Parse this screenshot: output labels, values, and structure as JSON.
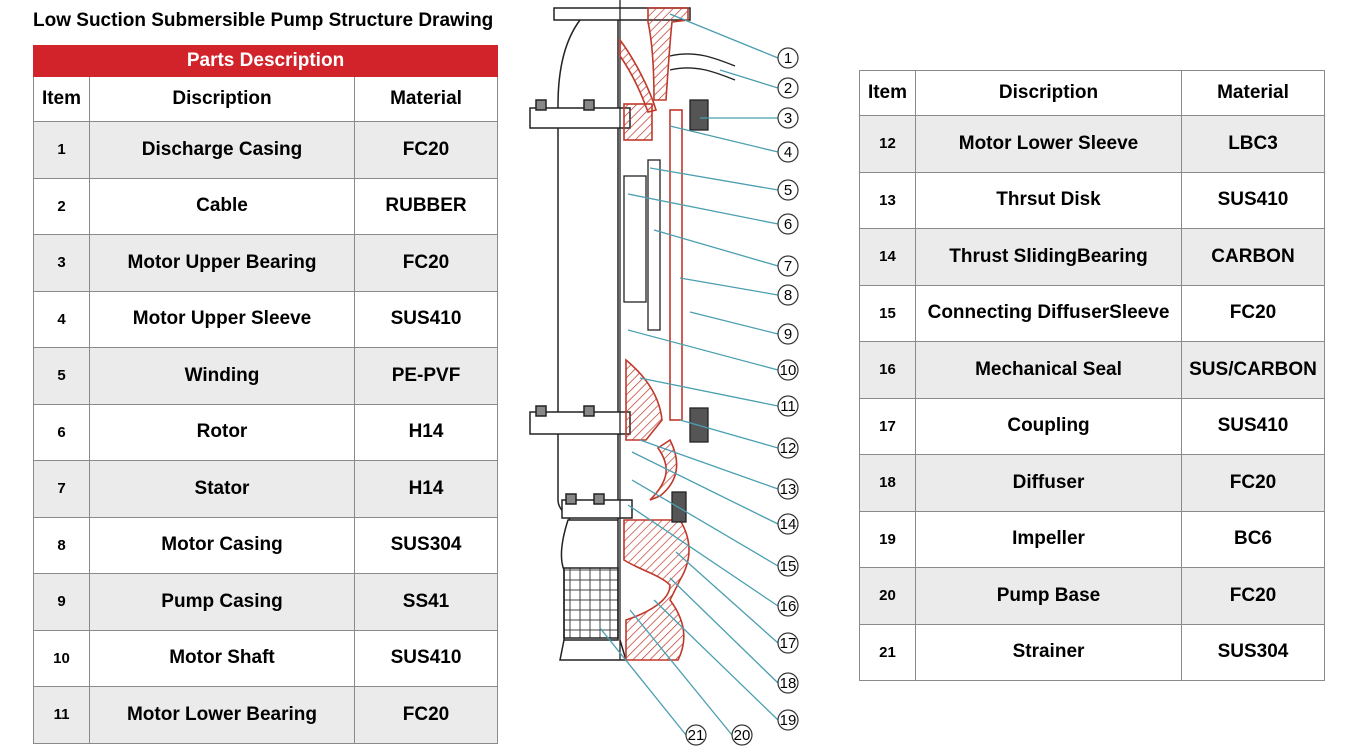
{
  "title": "Low Suction Submersible Pump Structure Drawing",
  "left_table": {
    "band": "Parts Description",
    "headers": {
      "item": "Item",
      "desc": "Discription",
      "mat": "Material"
    },
    "rows": [
      {
        "item": "1",
        "desc": "Discharge Casing",
        "mat": "FC20"
      },
      {
        "item": "2",
        "desc": "Cable",
        "mat": "RUBBER"
      },
      {
        "item": "3",
        "desc": "Motor Upper Bearing",
        "mat": "FC20"
      },
      {
        "item": "4",
        "desc": "Motor Upper Sleeve",
        "mat": "SUS410"
      },
      {
        "item": "5",
        "desc": "Winding",
        "mat": "PE-PVF"
      },
      {
        "item": "6",
        "desc": "Rotor",
        "mat": "H14"
      },
      {
        "item": "7",
        "desc": "Stator",
        "mat": "H14"
      },
      {
        "item": "8",
        "desc": "Motor Casing",
        "mat": "SUS304"
      },
      {
        "item": "9",
        "desc": "Pump Casing",
        "mat": "SS41"
      },
      {
        "item": "10",
        "desc": "Motor Shaft",
        "mat": "SUS410"
      },
      {
        "item": "11",
        "desc": "Motor Lower Bearing",
        "mat": "FC20"
      }
    ]
  },
  "right_table": {
    "headers": {
      "item": "Item",
      "desc": "Discription",
      "mat": "Material"
    },
    "rows": [
      {
        "item": "12",
        "desc": "Motor Lower Sleeve",
        "mat": "LBC3"
      },
      {
        "item": "13",
        "desc": "Thrsut Disk",
        "mat": "SUS410"
      },
      {
        "item": "14",
        "desc": "Thrust SlidingBearing",
        "mat": "CARBON"
      },
      {
        "item": "15",
        "desc": "Connecting DiffuserSleeve",
        "mat": "FC20"
      },
      {
        "item": "16",
        "desc": "Mechanical Seal",
        "mat": "SUS/CARBON"
      },
      {
        "item": "17",
        "desc": "Coupling",
        "mat": "SUS410"
      },
      {
        "item": "18",
        "desc": "Diffuser",
        "mat": "FC20"
      },
      {
        "item": "19",
        "desc": "Impeller",
        "mat": "BC6"
      },
      {
        "item": "20",
        "desc": "Pump Base",
        "mat": "FC20"
      },
      {
        "item": "21",
        "desc": "Strainer",
        "mat": "SUS304"
      }
    ]
  },
  "drawing": {
    "callouts": [
      "1",
      "2",
      "3",
      "4",
      "5",
      "6",
      "7",
      "8",
      "9",
      "10",
      "11",
      "12",
      "13",
      "14",
      "15",
      "16",
      "17",
      "18",
      "19",
      "20",
      "21"
    ],
    "section_color": "#c0392b",
    "line_color": "#4a9fb0"
  }
}
